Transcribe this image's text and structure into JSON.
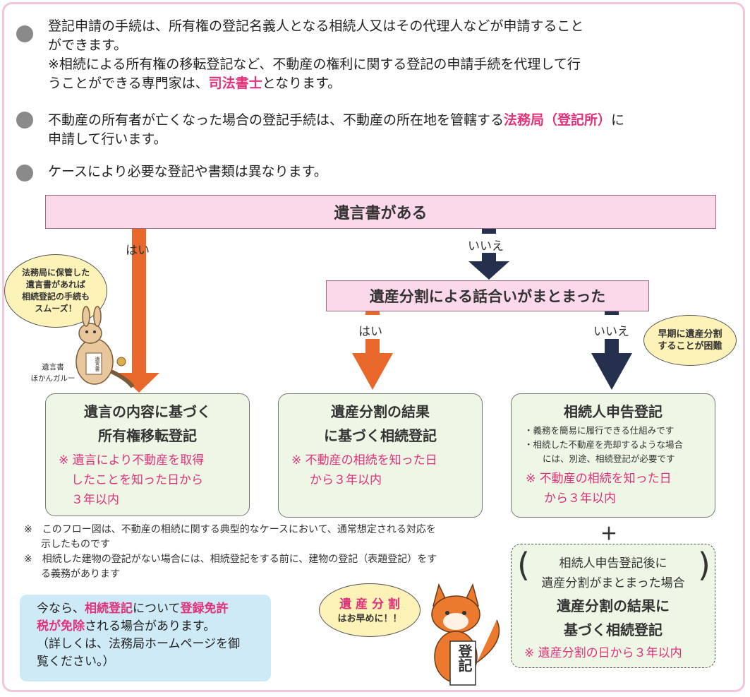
{
  "intro": {
    "p1_line1": "登記申請の手続は、所有権の登記名義人となる相続人又はその代理人などが申請すること",
    "p1_line2": "ができます。",
    "p1_line3": "※相続による所有権の移転登記など、不動産の権利に関する登記の申請手続を代理して行",
    "p1_line4a": "うことができる専門家は、",
    "p1_line4_hl": "司法書士",
    "p1_line4b": "となります。",
    "p2_line1a": "不動産の所有者が亡くなった場合の登記手続は、不動産の所在地を管轄する",
    "p2_line1_hl": "法務局（登記所）",
    "p2_line1b": "に",
    "p2_line2": "申請して行います。",
    "p3": "ケースにより必要な登記や書類は異なります。"
  },
  "flow": {
    "top": "遺言書がある",
    "yes1": "はい",
    "no1": "いいえ",
    "mid": "遺産分割による話合いがまとまった",
    "yes2": "はい",
    "no2": "いいえ",
    "box1": {
      "t1": "遺言の内容に基づく",
      "t2": "所有権移転登記",
      "n1": "※ 遺言により不動産を取得",
      "n2": "したことを知った日から",
      "n3": "３年以内"
    },
    "box2": {
      "t1": "遺産分割の結果",
      "t2": "に基づく相続登記",
      "n1": "※ 不動産の相続を知った日",
      "n2": "から３年以内"
    },
    "box3": {
      "t1": "相続人申告登記",
      "s1": "・義務を簡易に履行できる仕組みです",
      "s2": "・相続した不動産を売却するような場合",
      "s3": "には、別途、相続登記が必要です",
      "n1": "※ 不動産の相続を知った日",
      "n2": "から３年以内"
    },
    "plus": "＋",
    "box4": {
      "c1": "相続人申告登記後に",
      "c2": "遺産分割がまとまった場合",
      "t1": "遺産分割の結果に",
      "t2": "基づく相続登記",
      "n1": "※ 遺産分割の日から３年以内"
    }
  },
  "bubbles": {
    "kangaroo": [
      "法務局に保管した",
      "遺言書があれば",
      "相続登記の手続も",
      "スムーズ！"
    ],
    "difficult": [
      "早期に遺産分割",
      "することが困難"
    ],
    "fox": [
      "遺 産 分 割",
      "はお早めに！！"
    ]
  },
  "kangaroo_caption": [
    "遺言書",
    "ほかんガルー"
  ],
  "kangaroo_doc": "遺言書",
  "fox_sign": "登記",
  "footnotes": {
    "f1a": "※　このフロー図は、不動産の相続に関する典型的なケースにおいて、通常想定される対応を",
    "f1b": "示したものです",
    "f2a": "※　相続した建物の登記がない場合には、相続登記をする前に、建物の登記（表題登記）をす",
    "f2b": "る義務があります"
  },
  "info": {
    "l1a": "今なら、",
    "l1_hl1": "相続登記",
    "l1b": "について",
    "l1_hl2": "登録免許",
    "l2_hl": "税が免除",
    "l2b": "される場合があります。",
    "l3": "（詳しくは、法務局ホームページを御",
    "l4": "覧ください。）"
  },
  "colors": {
    "orange": "#e8672a",
    "navy": "#24304e",
    "pink": "#e0327a",
    "frame": "#f4c6dc"
  }
}
